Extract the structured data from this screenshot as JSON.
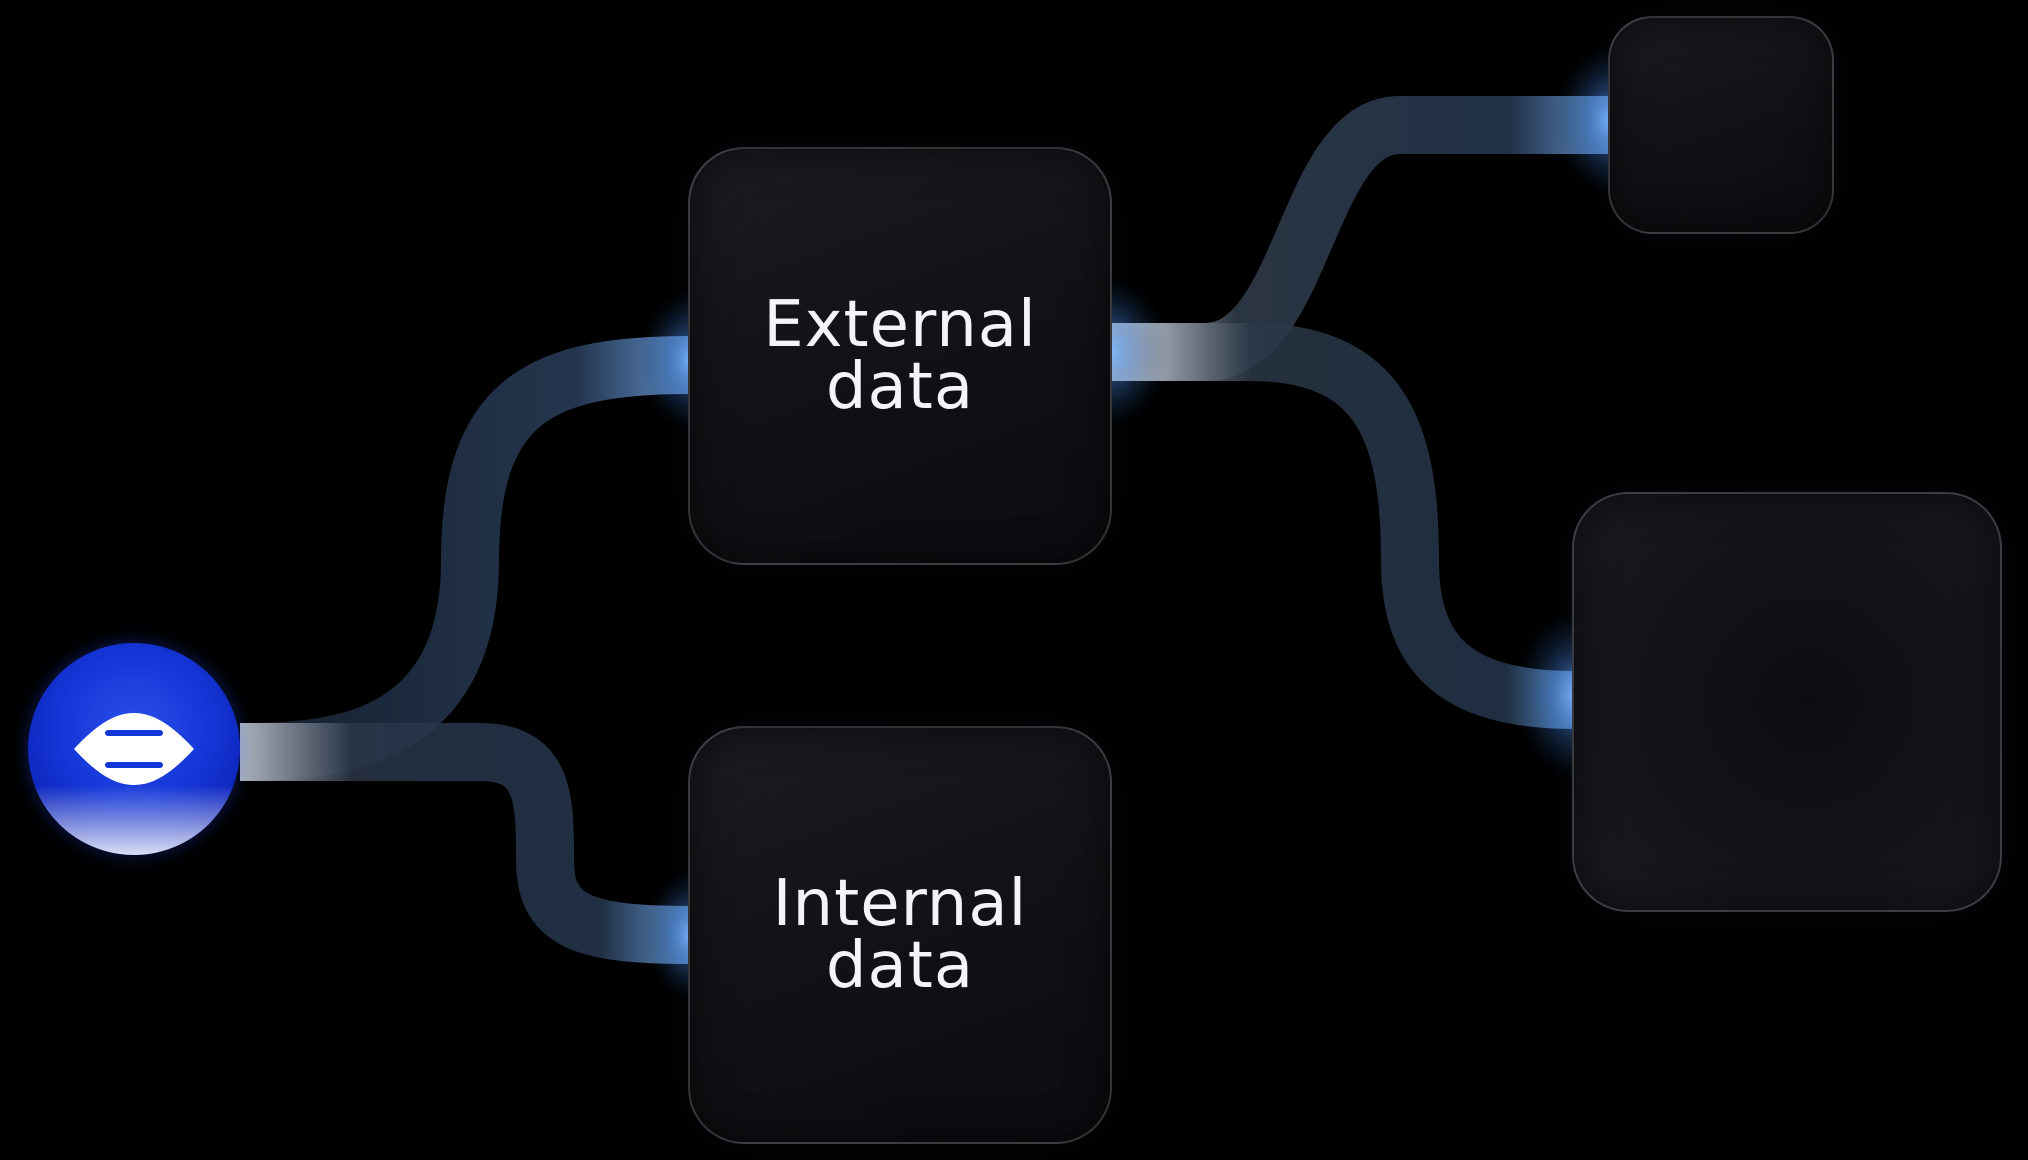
{
  "diagram": {
    "source": {
      "icon": "eye-logo-icon",
      "color": "#1536d8"
    },
    "nodes": {
      "external": {
        "label": "External\ndata"
      },
      "internal": {
        "label": "Internal\ndata"
      },
      "top_right": {
        "label": ""
      },
      "mid_right": {
        "label": ""
      }
    },
    "connections": [
      {
        "from": "source",
        "to": "external"
      },
      {
        "from": "source",
        "to": "internal"
      },
      {
        "from": "external",
        "to": "top_right"
      },
      {
        "from": "external",
        "to": "mid_right"
      }
    ],
    "colors": {
      "background": "#000000",
      "link": "#3c5a7d",
      "glow": "#5fa8ff"
    }
  }
}
